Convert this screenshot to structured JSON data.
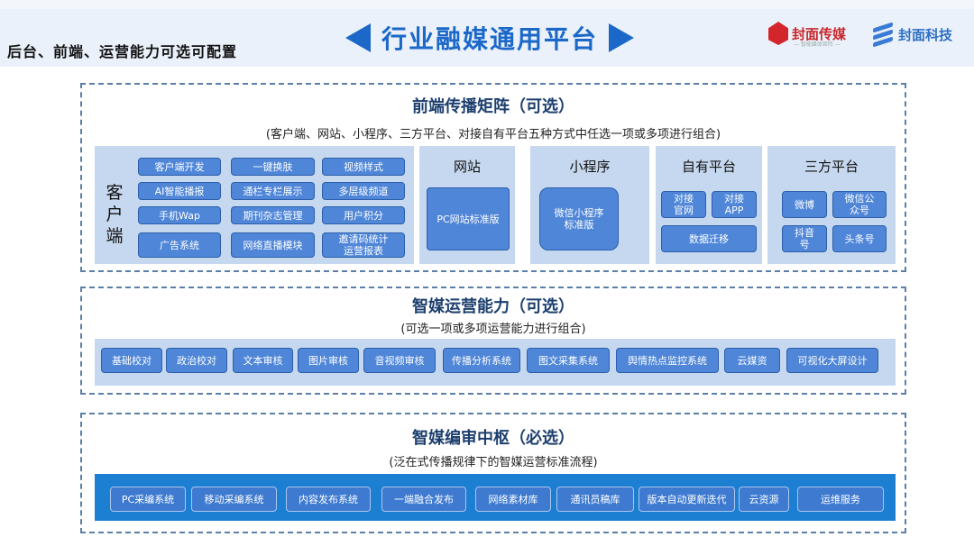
{
  "header": {
    "subtitle": "后台、前端、运营能力可选可配置",
    "title": "行业融媒通用平台",
    "logo1": {
      "name": "封面传媒",
      "sub": "— 智能媒体矩阵 —"
    },
    "logo2": {
      "name": "封面科技"
    }
  },
  "section1": {
    "title": "前端传播矩阵（可选）",
    "subtitle": "(客户端、网站、小程序、三方平台、对接自有平台五种方式中任选一项或多项进行组合)",
    "client": {
      "label": "客户端",
      "buttons": [
        "客户端开发",
        "一键换肤",
        "视频样式",
        "AI智能播报",
        "通栏专栏展示",
        "多层级频道",
        "手机Wap",
        "期刊杂志管理",
        "用户积分",
        "广告系统",
        "网络直播模块",
        "邀请码统计\n运营报表"
      ]
    },
    "website": {
      "label": "网站",
      "button": "PC网站标准版"
    },
    "miniprogram": {
      "label": "小程序",
      "button": "微信小程序\n标准版"
    },
    "own": {
      "label": "自有平台",
      "buttons": [
        "对接\n官网",
        "对接\nAPP",
        "数据迁移"
      ]
    },
    "third": {
      "label": "三方平台",
      "buttons": [
        "微博",
        "微信公\n众号",
        "抖音\n号",
        "头条号"
      ]
    }
  },
  "section2": {
    "title": "智媒运营能力（可选）",
    "subtitle": "(可选一项或多项运营能力进行组合)",
    "buttons": [
      "基础校对",
      "政治校对",
      "文本审核",
      "图片审核",
      "音视频审核",
      "传播分析系统",
      "图文采集系统",
      "舆情热点监控系统",
      "云媒资",
      "可视化大屏设计"
    ]
  },
  "section3": {
    "title": "智媒编审中枢（必选）",
    "subtitle": "(泛在式传播规律下的智媒运营标准流程)",
    "buttons": [
      "PC采编系统",
      "移动采编系统",
      "内容发布系统",
      "一端融合发布",
      "网络素材库",
      "通讯员稿库",
      "版本自动更新迭代",
      "云资源",
      "运维服务"
    ]
  },
  "colors": {
    "accent": "#1c68c8",
    "button": "#4f86d8",
    "panel": "#c6d8ef",
    "strip3": "#1c7fd1"
  }
}
